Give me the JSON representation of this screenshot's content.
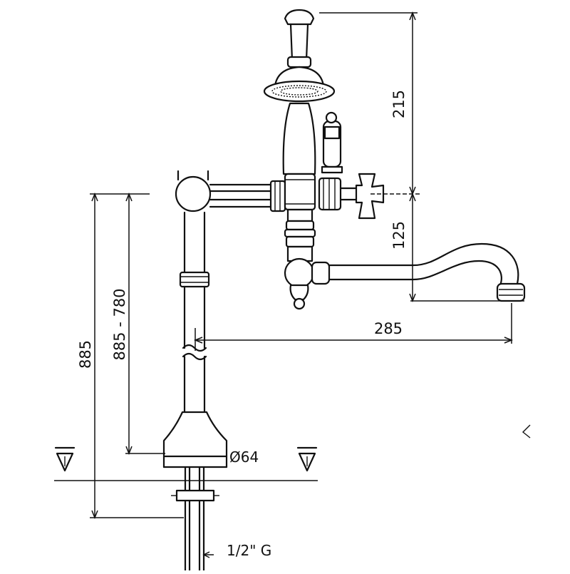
{
  "dimensions": {
    "head_height": "215",
    "spout_height": "125",
    "spout_reach": "285",
    "total_height": "885",
    "height_range": "885 - 780",
    "base_diameter": "Ø64",
    "thread": "1/2\" G"
  },
  "icons": [
    "floor-level-symbol-left",
    "floor-level-symbol-right",
    "handshower-icon",
    "cross-handle-icon",
    "lever-handle-icon"
  ],
  "colors": {
    "line": "#111111",
    "background": "#ffffff"
  }
}
